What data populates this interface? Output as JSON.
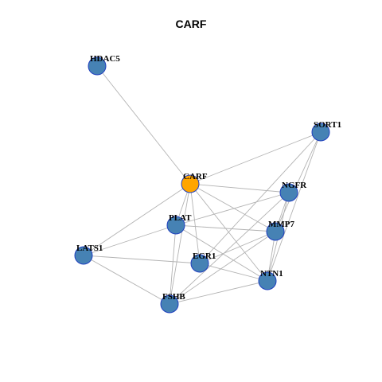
{
  "title": "CARF",
  "colors": {
    "focus_node": "#FFA500",
    "node": "#4682B4",
    "node_border": "#1F3FBF",
    "edge": "#B3B3B3"
  },
  "nodes": [
    {
      "id": "CARF",
      "label": "CARF",
      "role": "focus"
    },
    {
      "id": "HDAC5",
      "label": "HDAC5",
      "role": "neighbor"
    },
    {
      "id": "SORT1",
      "label": "SORT1",
      "role": "neighbor"
    },
    {
      "id": "NGFR",
      "label": "NGFR",
      "role": "neighbor"
    },
    {
      "id": "PLAT",
      "label": "PLAT",
      "role": "neighbor"
    },
    {
      "id": "MMP7",
      "label": "MMP7",
      "role": "neighbor"
    },
    {
      "id": "LATS1",
      "label": "LATS1",
      "role": "neighbor"
    },
    {
      "id": "EGR1",
      "label": "EGR1",
      "role": "neighbor"
    },
    {
      "id": "NTN1",
      "label": "NTN1",
      "role": "neighbor"
    },
    {
      "id": "FSHB",
      "label": "FSHB",
      "role": "neighbor"
    }
  ],
  "edges": [
    [
      "CARF",
      "HDAC5"
    ],
    [
      "CARF",
      "SORT1"
    ],
    [
      "CARF",
      "NGFR"
    ],
    [
      "CARF",
      "PLAT"
    ],
    [
      "CARF",
      "MMP7"
    ],
    [
      "CARF",
      "LATS1"
    ],
    [
      "CARF",
      "EGR1"
    ],
    [
      "CARF",
      "NTN1"
    ],
    [
      "CARF",
      "FSHB"
    ],
    [
      "SORT1",
      "MMP7"
    ],
    [
      "SORT1",
      "NTN1"
    ],
    [
      "SORT1",
      "EGR1"
    ],
    [
      "NGFR",
      "PLAT"
    ],
    [
      "NGFR",
      "MMP7"
    ],
    [
      "NGFR",
      "NTN1"
    ],
    [
      "NGFR",
      "FSHB"
    ],
    [
      "PLAT",
      "LATS1"
    ],
    [
      "PLAT",
      "MMP7"
    ],
    [
      "PLAT",
      "NTN1"
    ],
    [
      "PLAT",
      "FSHB"
    ],
    [
      "MMP7",
      "EGR1"
    ],
    [
      "MMP7",
      "NTN1"
    ],
    [
      "MMP7",
      "FSHB"
    ],
    [
      "LATS1",
      "EGR1"
    ],
    [
      "LATS1",
      "FSHB"
    ],
    [
      "EGR1",
      "NTN1"
    ],
    [
      "NTN1",
      "FSHB"
    ]
  ]
}
